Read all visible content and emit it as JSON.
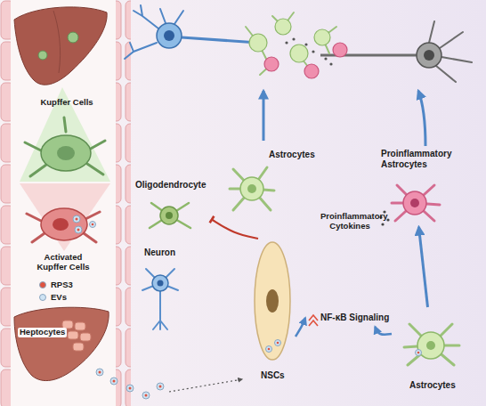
{
  "diagram": {
    "nodes": [
      {
        "text": [
          "Astrocytes"
        ]
      },
      {
        "text": [
          "Proinflammatory Astrocytes"
        ]
      },
      {
        "text": [
          "Oligodendrocyte"
        ]
      },
      {
        "text": [
          "Neuron"
        ]
      },
      {
        "text": [
          "NF-κB Signaling"
        ]
      },
      {
        "text": [
          "NSCs"
        ]
      },
      {
        "text": [
          "Astrocytes"
        ]
      }
    ],
    "edges": [
      {
        "from": 5,
        "to": 2,
        "arrow": "to"
      },
      {
        "from": 5,
        "to": 4,
        "arrow": "to"
      },
      {
        "from": 6,
        "to": 4,
        "arrow": "to"
      },
      {
        "from": 6,
        "to": 1,
        "arrow": "to"
      }
    ],
    "labels": [
      "Kupffer Cells",
      "Activated Kupffer Cells",
      "Heptocytes",
      "Proinflammatory Cytokines"
    ],
    "legend": [
      {
        "text": "RPS3",
        "color": "#e0533f"
      },
      {
        "text": "EVs",
        "color": "#cfe3f3"
      }
    ]
  }
}
